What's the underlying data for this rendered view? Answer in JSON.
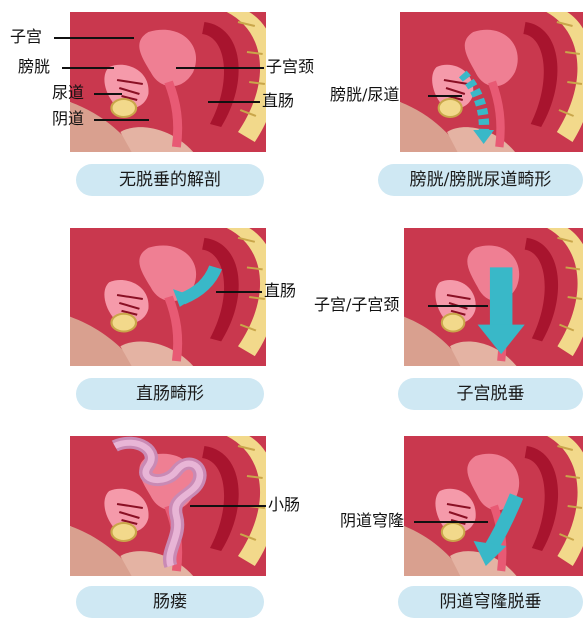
{
  "panels": [
    {
      "caption": "无脱垂的解剖",
      "labels": [
        "子宫",
        "膀胱",
        "尿道",
        "阴道",
        "子宫颈",
        "直肠"
      ]
    },
    {
      "caption": "膀胱/膀胱尿道畸形",
      "labels": [
        "膀胱/尿道"
      ]
    },
    {
      "caption": "直肠畸形",
      "labels": [
        "直肠"
      ]
    },
    {
      "caption": "子宫脱垂",
      "labels": [
        "子宫/子宫颈"
      ]
    },
    {
      "caption": "肠瘘",
      "labels": [
        "小肠"
      ]
    },
    {
      "caption": "阴道穹隆脱垂",
      "labels": [
        "阴道穹隆"
      ]
    }
  ],
  "colors": {
    "caption_bg": "#cfe8f3",
    "tissue": "#c9384e",
    "skin": "#d9a08f",
    "bone": "#f2d98b",
    "arrow": "#39b8c8"
  }
}
